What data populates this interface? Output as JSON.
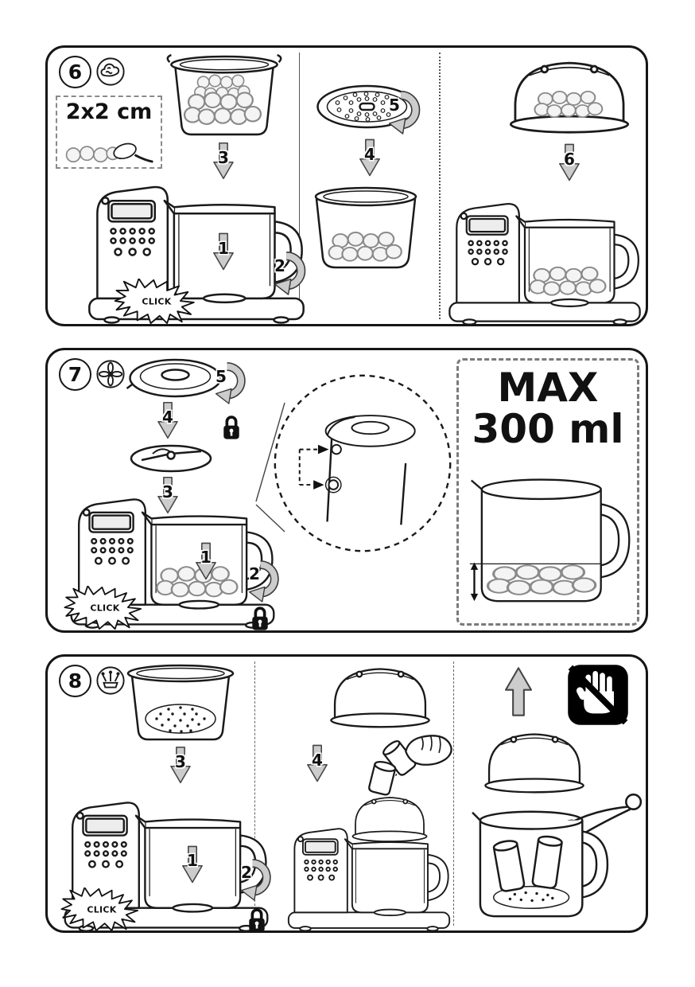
{
  "panels": [
    {
      "badge": "6",
      "header_icon": "steam-cloud-icon",
      "size_label": "2x2 cm",
      "click_label": "CLICK",
      "steps": [
        "1",
        "2",
        "3",
        "4",
        "5",
        "6"
      ]
    },
    {
      "badge": "7",
      "header_icon": "blender-blade-icon",
      "click_label": "CLICK",
      "max_title": "MAX",
      "max_amount": "300 ml",
      "steps": [
        "1",
        "2",
        "3",
        "4",
        "5"
      ]
    },
    {
      "badge": "8",
      "header_icon": "steam-vent-icon",
      "click_label": "CLICK",
      "steps": [
        "1",
        "2",
        "3",
        "4"
      ]
    }
  ],
  "icons": {
    "lock": "padlock-icon",
    "no_touch": "do-not-touch-hand-icon",
    "click_burst": "click-starburst",
    "detail": "lid-alignment-detail-circle"
  },
  "colors": {
    "line": "#1a1a1a",
    "arrow_fill": "#cccccc",
    "background": "#ffffff"
  }
}
